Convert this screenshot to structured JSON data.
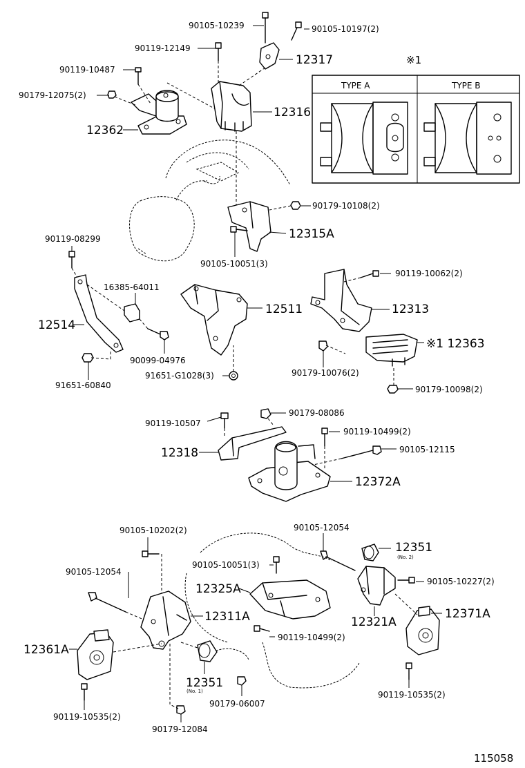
{
  "figure_number": "115058",
  "inset": {
    "marker": "※1",
    "type_a_label": "TYPE  A",
    "type_b_label": "TYPE  B"
  },
  "labels": {
    "p90105_10239": "90105-10239",
    "p90105_10197": "90105-10197(2)",
    "p90119_12149": "90119-12149",
    "p12317": "12317",
    "p90119_10487": "90119-10487",
    "p90179_12075": "90179-12075(2)",
    "p12316": "12316",
    "p12362": "12362",
    "p90179_10108": "90179-10108(2)",
    "p90119_08299": "90119-08299",
    "p12315A": "12315A",
    "p90105_10051_3": "90105-10051(3)",
    "p90119_10062": "90119-10062(2)",
    "p16385_64011": "16385-64011",
    "p12511": "12511",
    "p12313": "12313",
    "p12514": "12514",
    "p12363": "※1 12363",
    "p90099_04976": "90099-04976",
    "p91651_60840": "91651-60840",
    "p91651_G1028": "91651-G1028(3)",
    "p90179_10076": "90179-10076(2)",
    "p90179_10098": "90179-10098(2)",
    "p90119_10507": "90119-10507",
    "p90179_08086": "90179-08086",
    "p90119_10499_top": "90119-10499(2)",
    "p12318": "12318",
    "p90105_12115": "90105-12115",
    "p12372A": "12372A",
    "p90105_10202": "90105-10202(2)",
    "p90105_12054_right": "90105-12054",
    "p12351_no2": "12351",
    "p12351_no2_sub": "(No. 2)",
    "p90105_10051_b": "90105-10051(3)",
    "p90105_10227": "90105-10227(2)",
    "p90105_12054_left": "90105-12054",
    "p12325A": "12325A",
    "p12321A": "12321A",
    "p12371A": "12371A",
    "p12311A": "12311A",
    "p12361A": "12361A",
    "p90119_10499_bot": "90119-10499(2)",
    "p12351_no1": "12351",
    "p12351_no1_sub": "(No. 1)",
    "p90179_06007": "90179-06007",
    "p90119_10535_left": "90119-10535(2)",
    "p90119_10535_right": "90119-10535(2)",
    "p90179_12084": "90179-12084"
  }
}
